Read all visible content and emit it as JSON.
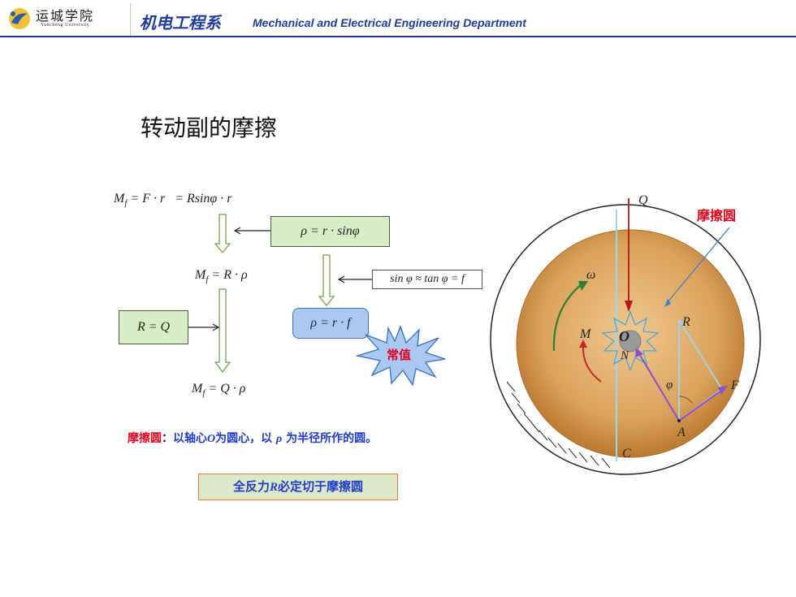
{
  "header": {
    "school_cn": "运城学院",
    "school_en": "Yuncheng University",
    "dept_cn": "机电工程系",
    "dept_en": "Mechanical and Electrical Engineering Department"
  },
  "page_title": "转动副的摩擦",
  "formulas": {
    "eq1_lhs": "M",
    "eq1_sub": "f",
    "eq1_rhs": "= F · r   = Rsinφ · r",
    "rho_sin": "ρ = r · sinφ",
    "eq2_lhs": "M",
    "eq2_sub": "f",
    "eq2_rhs": "= R · ρ",
    "approx": "sin φ ≈ tan φ = f",
    "r_eq_q": "R = Q",
    "rho_rf": "ρ = r · f",
    "constant_label": "常值",
    "eq3_lhs": "M",
    "eq3_sub": "f",
    "eq3_rhs": "= Q · ρ"
  },
  "definition": {
    "term": "摩擦圆",
    "colon": "：",
    "text_a": "以轴心",
    "O": "O",
    "text_b": "为圆心，以 ",
    "rho": "ρ",
    "text_c": " 为半径所作的圆。"
  },
  "conclusion": {
    "prefix": "全反力",
    "R": "R",
    "suffix": "必定切于摩擦圆"
  },
  "diagram": {
    "friction_circle_label": "摩擦圆",
    "labels": {
      "Q": "Q",
      "omega": "ω",
      "M": "M",
      "O": "O",
      "N": "N",
      "R": "R",
      "phi": "φ",
      "F": "F",
      "A": "A",
      "C": "C"
    }
  },
  "colors": {
    "header_blue": "#1f3c9a",
    "definition_blue": "#1f3cc8",
    "term_red": "#e0001b",
    "box_green": "#d7edc4",
    "blue_box": "#a9c8f2",
    "shaft_fill": "#d9a05a"
  }
}
